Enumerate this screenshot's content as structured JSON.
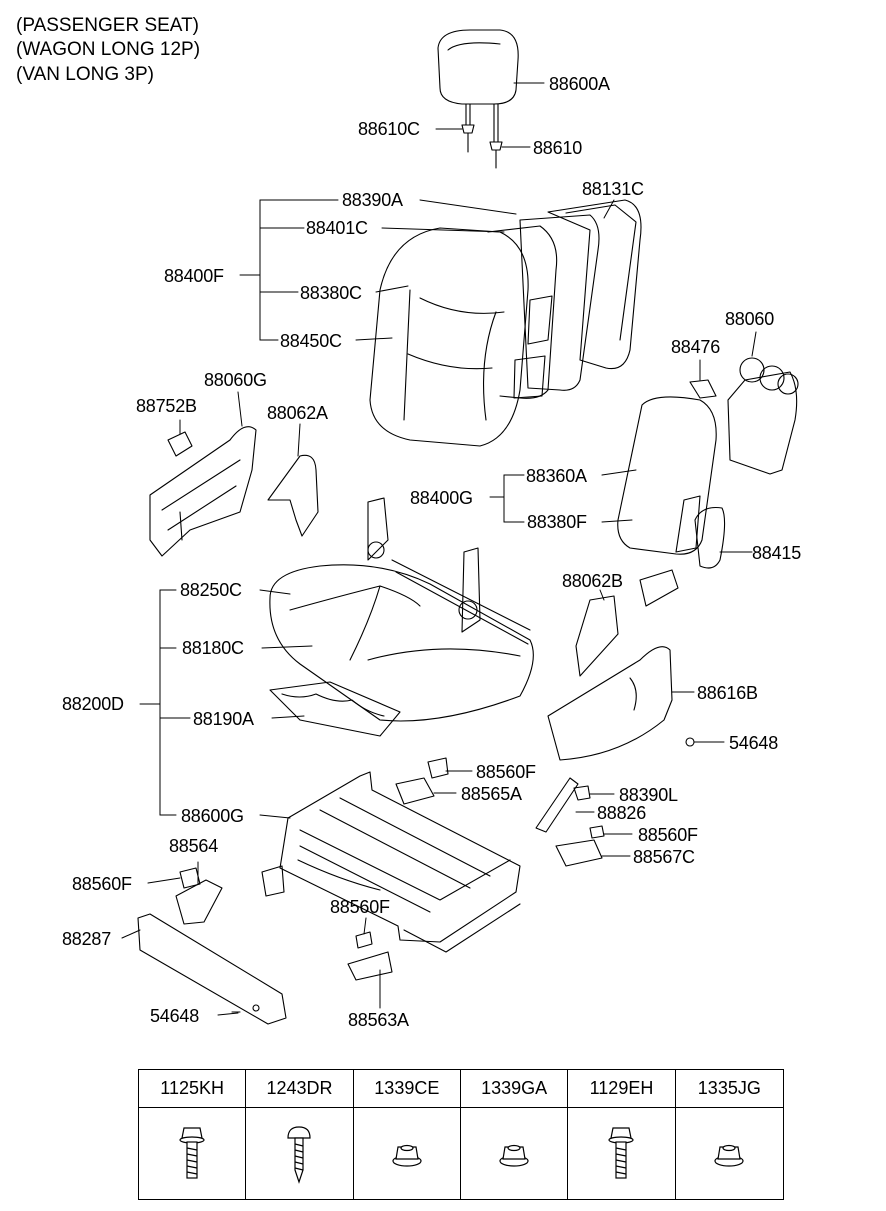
{
  "header": {
    "line1": "(PASSENGER SEAT)",
    "line2": "(WAGON LONG 12P)",
    "line3": "(VAN LONG 3P)"
  },
  "labels": {
    "p88600A": "88600A",
    "p88610C": "88610C",
    "p88610": "88610",
    "p88390A": "88390A",
    "p88131C": "88131C",
    "p88401C": "88401C",
    "p88400F": "88400F",
    "p88380C": "88380C",
    "p88450C": "88450C",
    "p88060": "88060",
    "p88476": "88476",
    "p88060G": "88060G",
    "p88752B": "88752B",
    "p88062A": "88062A",
    "p88360A": "88360A",
    "p88400G": "88400G",
    "p88380F": "88380F",
    "p88415": "88415",
    "p88250C": "88250C",
    "p88062B": "88062B",
    "p88180C": "88180C",
    "p88616B": "88616B",
    "p88200D": "88200D",
    "p88190A": "88190A",
    "p54648a": "54648",
    "p88560F1": "88560F",
    "p88565A": "88565A",
    "p88390L": "88390L",
    "p88826": "88826",
    "p88600G": "88600G",
    "p88560F2": "88560F",
    "p88564": "88564",
    "p88567C": "88567C",
    "p88560F3": "88560F",
    "p88560F4": "88560F",
    "p88287": "88287",
    "p54648b": "54648",
    "p88563A": "88563A"
  },
  "fastener_table": {
    "headers": [
      "1125KH",
      "1243DR",
      "1339CE",
      "1339GA",
      "1129EH",
      "1335JG"
    ],
    "icons": [
      "flange-bolt-icon",
      "tapping-screw-icon",
      "flange-nut-icon",
      "flange-nut-icon",
      "flange-bolt-icon",
      "flange-nut-icon"
    ]
  }
}
